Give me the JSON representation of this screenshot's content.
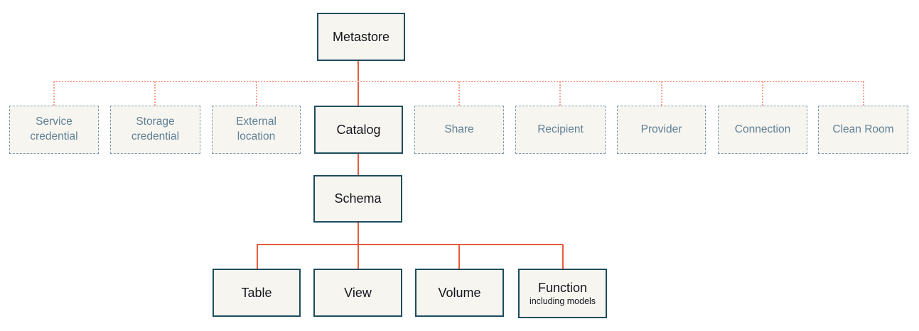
{
  "nodes": {
    "metastore": {
      "label": "Metastore"
    },
    "service_credential": {
      "label": "Service credential"
    },
    "storage_credential": {
      "label": "Storage credential"
    },
    "external_location": {
      "label": "External location"
    },
    "catalog": {
      "label": "Catalog"
    },
    "share": {
      "label": "Share"
    },
    "recipient": {
      "label": "Recipient"
    },
    "provider": {
      "label": "Provider"
    },
    "connection": {
      "label": "Connection"
    },
    "clean_room": {
      "label": "Clean Room"
    },
    "schema": {
      "label": "Schema"
    },
    "table": {
      "label": "Table"
    },
    "view": {
      "label": "View"
    },
    "volume": {
      "label": "Volume"
    },
    "function": {
      "label": "Function",
      "sublabel": "including models"
    }
  },
  "colors": {
    "background": "#ffffff",
    "node_fill": "#f7f5f0",
    "solid_border": "#1d4d5d",
    "solid_text": "#14171c",
    "dotted_border": "#7f9aab",
    "dotted_text": "#5f8095",
    "connector_solid": "#e65c3c",
    "connector_dotted": "#f4a593"
  }
}
